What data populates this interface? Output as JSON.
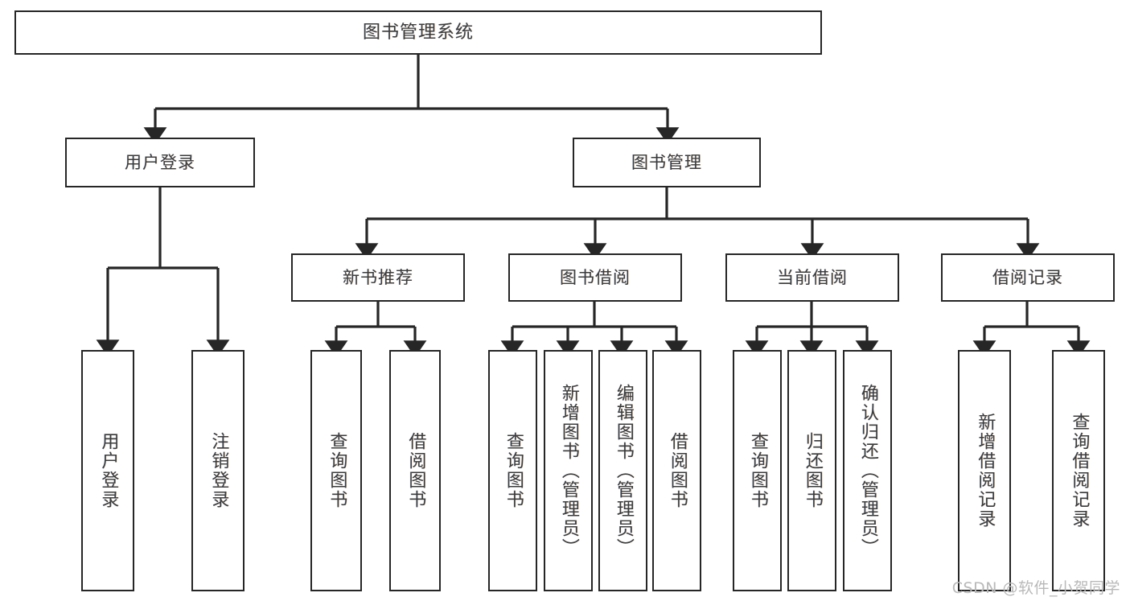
{
  "diagram": {
    "title": "图书管理系统",
    "type": "tree",
    "root": {
      "label": "图书管理系统"
    },
    "level2": [
      {
        "label": "用户登录"
      },
      {
        "label": "图书管理"
      }
    ],
    "level3": [
      {
        "label": "新书推荐"
      },
      {
        "label": "图书借阅"
      },
      {
        "label": "当前借阅"
      },
      {
        "label": "借阅记录"
      }
    ],
    "leaves": {
      "user_login": [
        {
          "label": "用户登录"
        },
        {
          "label": "注销登录"
        }
      ],
      "new_book_recommend": [
        {
          "label": "查询图书"
        },
        {
          "label": "借阅图书"
        }
      ],
      "book_borrow": [
        {
          "label": "查询图书"
        },
        {
          "label": "新增图书（管理员）"
        },
        {
          "label": "编辑图书（管理员）"
        },
        {
          "label": "借阅图书"
        }
      ],
      "current_borrow": [
        {
          "label": "查询图书"
        },
        {
          "label": "归还图书"
        },
        {
          "label": "确认归还（管理员）"
        }
      ],
      "borrow_record": [
        {
          "label": "新增借阅记录"
        },
        {
          "label": "查询借阅记录"
        }
      ]
    }
  },
  "watermark": {
    "text": "CSDN @软件_小贺同学"
  },
  "colors": {
    "stroke": "#262626",
    "box_fill": "#ffffff",
    "text": "#3c3c3c",
    "watermark": "#b9b9b9",
    "background": "#ffffff"
  }
}
